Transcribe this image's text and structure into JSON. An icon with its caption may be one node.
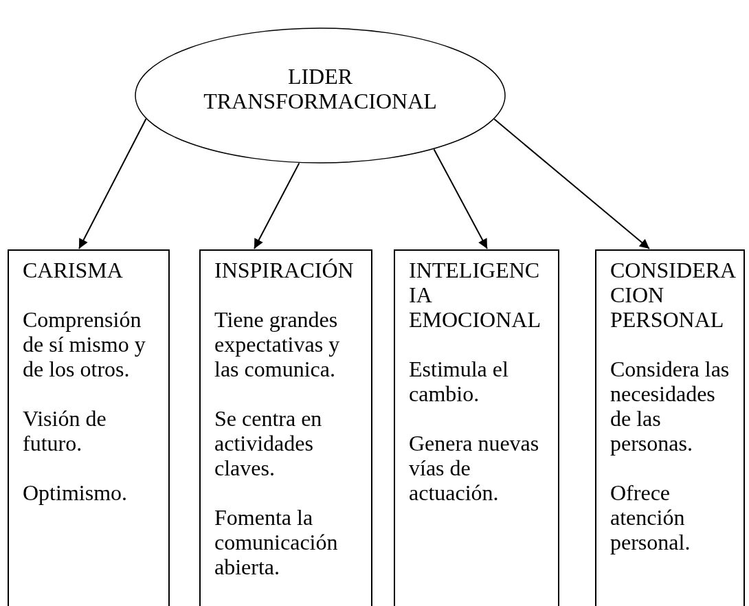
{
  "diagram": {
    "nodes": [
      {
        "text": [
          "LIDER TRANSFORMACIONAL"
        ]
      },
      {
        "text": [
          "CARISMA",
          "Comprensión de sí mismo y de los otros.",
          "Visión de futuro.",
          "Optimismo."
        ]
      },
      {
        "text": [
          "INSPIRACIÓN",
          "Tiene grandes expectativas y las comunica.",
          "Se centra en actividades claves.",
          "Fomenta la comunicación abierta."
        ]
      },
      {
        "text": [
          "INTELIGENCIA EMOCIONAL",
          "Estimula el cambio.",
          "Genera nuevas vías de actuación."
        ]
      },
      {
        "text": [
          "CONSIDERACION PERSONAL",
          "Considera las necesidades de las personas.",
          "Ofrece atención personal."
        ]
      }
    ],
    "edges": [
      {
        "from": 0,
        "to": 1,
        "arrow": "to"
      },
      {
        "from": 0,
        "to": 2,
        "arrow": "to"
      },
      {
        "from": 0,
        "to": 3,
        "arrow": "to"
      },
      {
        "from": 0,
        "to": 4,
        "arrow": "to"
      }
    ]
  }
}
